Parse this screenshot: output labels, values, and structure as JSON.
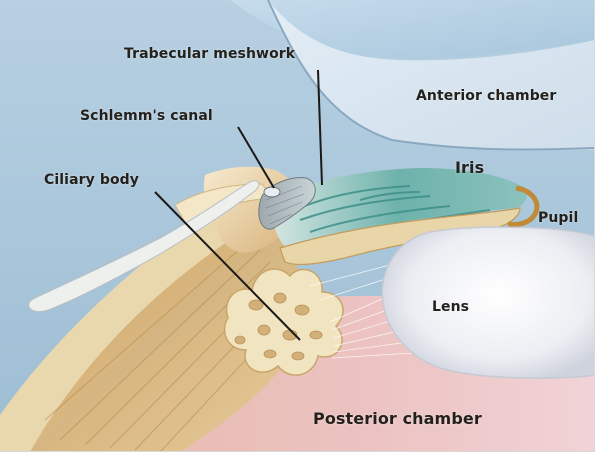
{
  "figure": {
    "labels": {
      "trabecular_meshwork": "Trabecular meshwork",
      "schlemms_canal": "Schlemm's canal",
      "ciliary_body": "Ciliary body",
      "anterior_chamber": "Anterior chamber",
      "iris": "Iris",
      "pupil": "Pupil",
      "lens": "Lens",
      "posterior_chamber": "Posterior chamber"
    },
    "colors": {
      "background_blue": "#a9c6db",
      "cornea": "#bcd5e7",
      "anterior_chamber": "#dde8f2",
      "iris_teal": "#5fa9a4",
      "iris_light": "#b8dcd6",
      "sclera": "#f0e2b8",
      "ciliary_tan": "#d9b67a",
      "posterior_pink": "#e8b6b2",
      "lens": "#f1f1f4",
      "leader_line": "#1b1a17"
    }
  }
}
